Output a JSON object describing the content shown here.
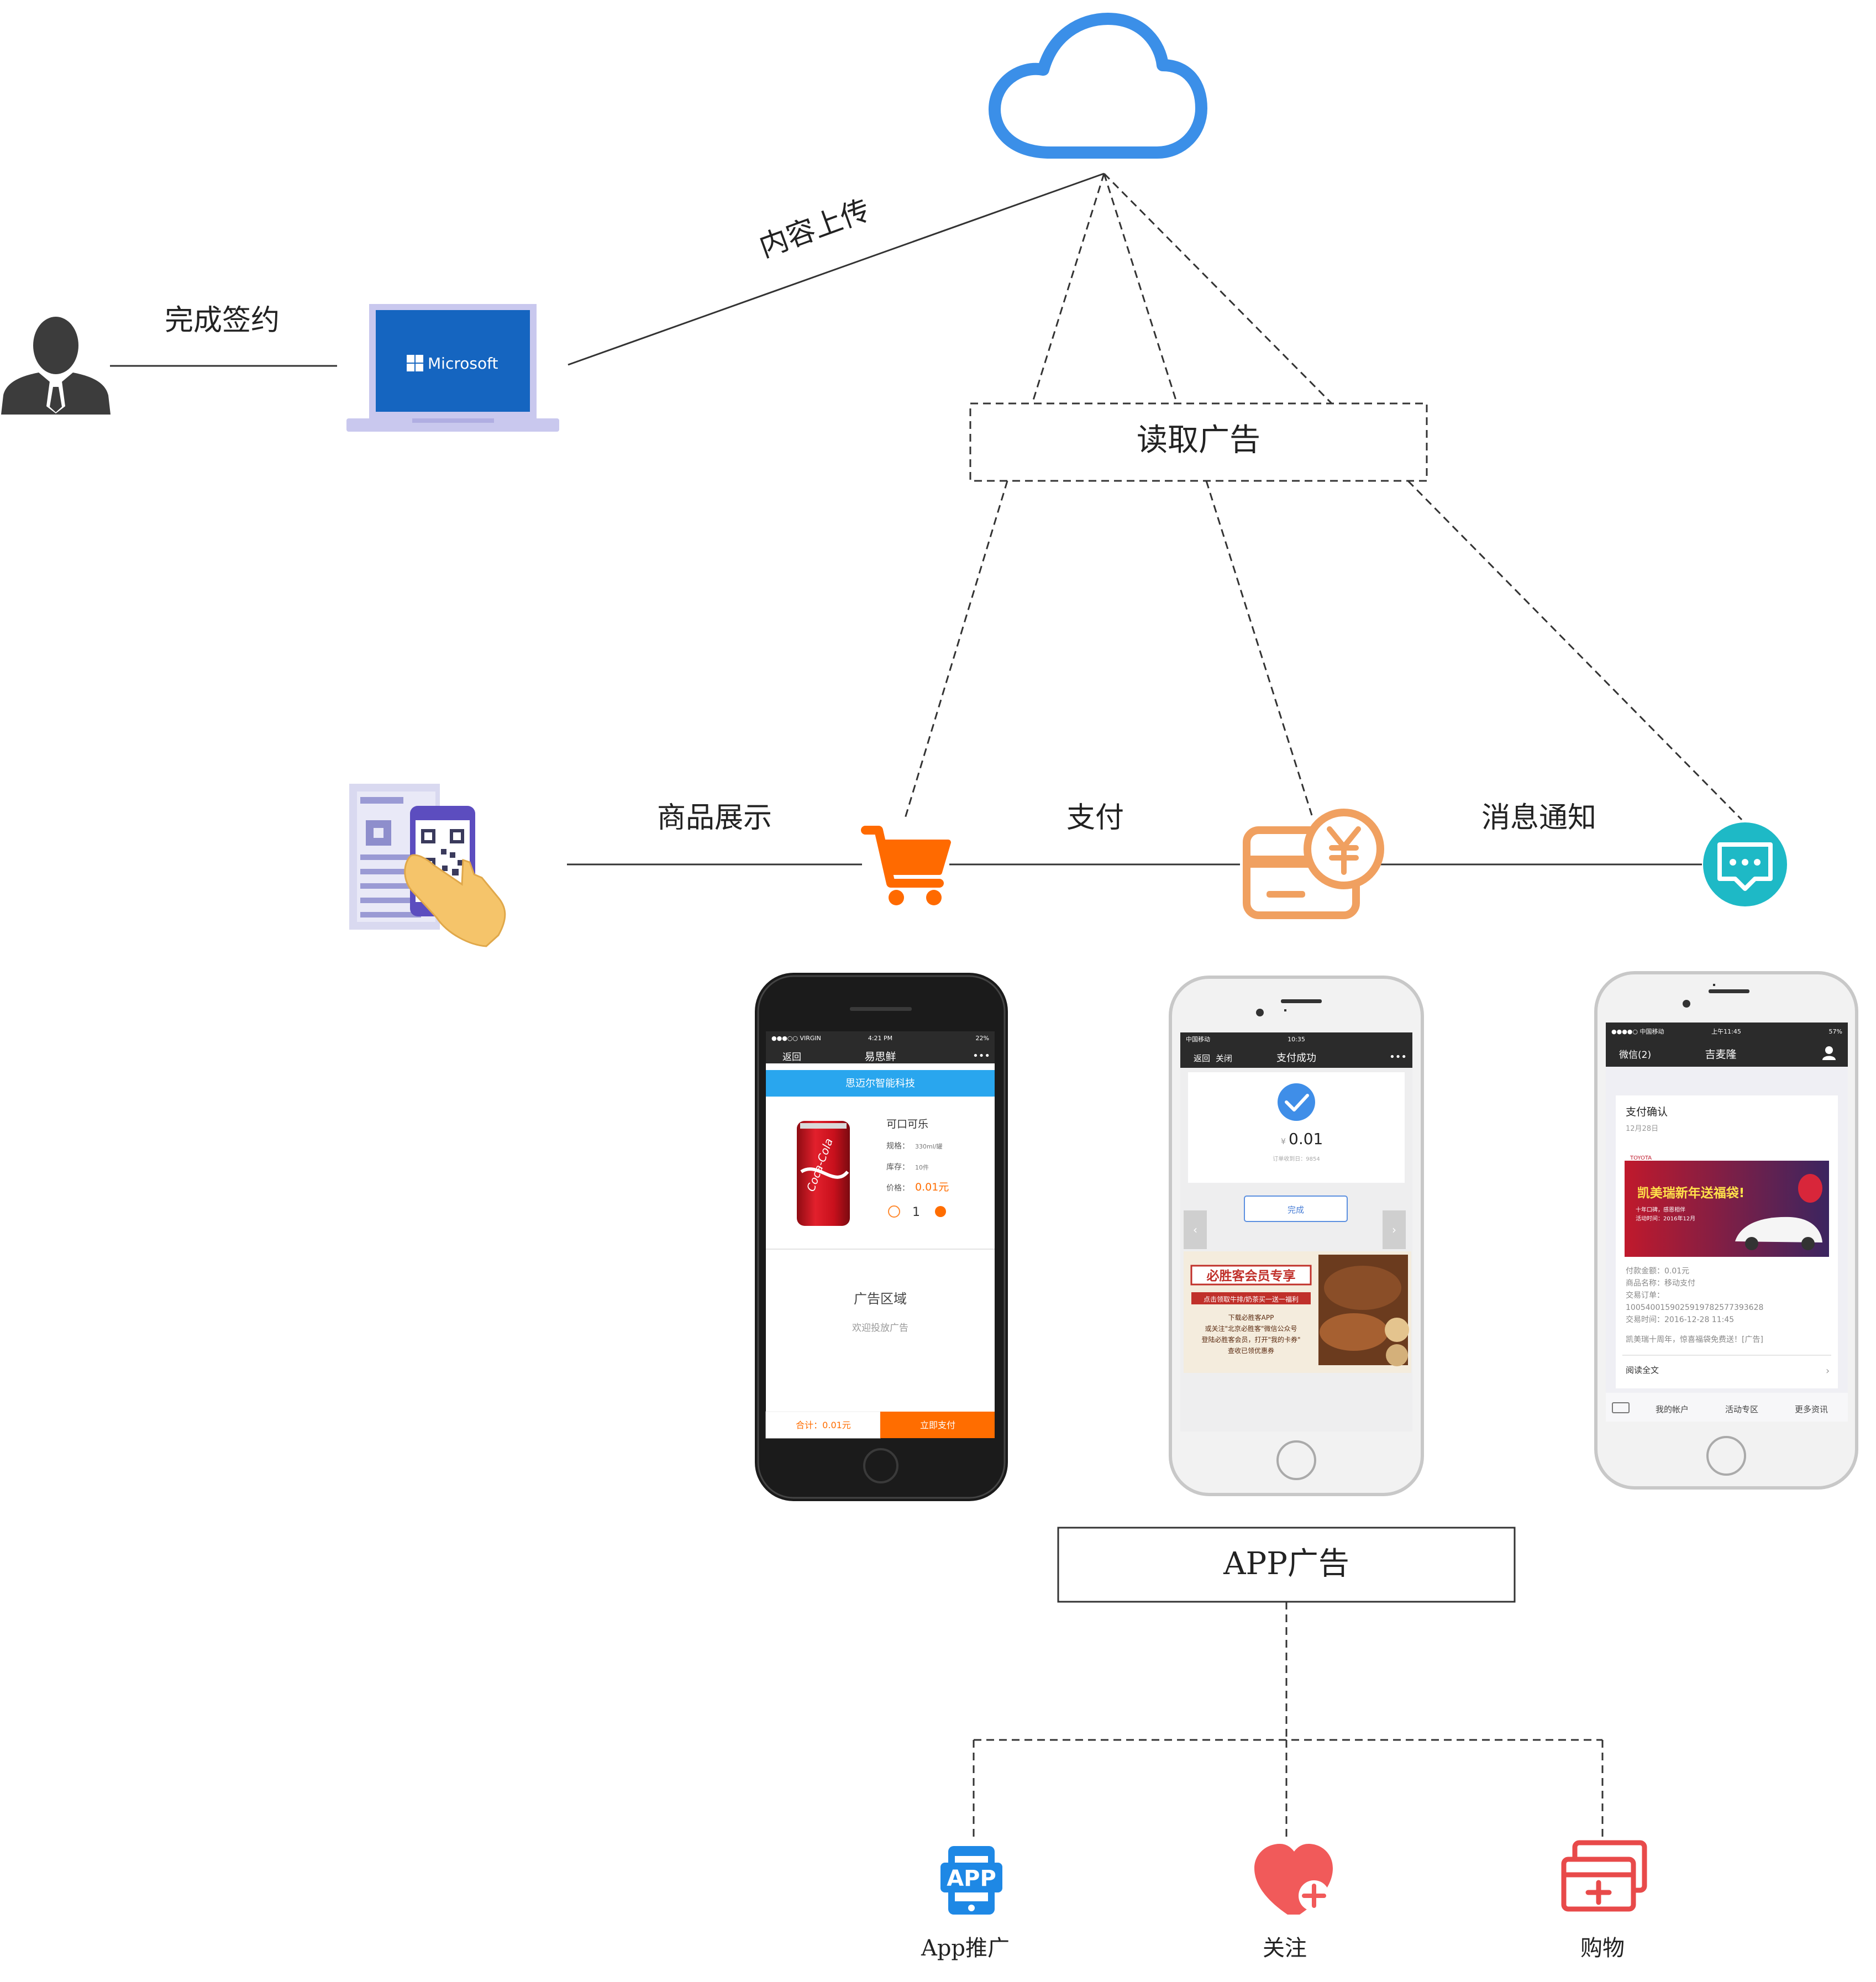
{
  "edges": {
    "sign_contract": "完成签约",
    "content_upload": "内容上传",
    "product_display": "商品展示",
    "payment": "支付",
    "message_notify": "消息通知"
  },
  "nodes": {
    "read_ads": "读取广告",
    "app_ads": "APP广告",
    "laptop_brand": "Microsoft"
  },
  "outputs": {
    "app_promo": "App推广",
    "follow": "关注",
    "shopping": "购物"
  },
  "phone1": {
    "carrier": "●●●○○ VIRGIN",
    "time": "4:21 PM",
    "battery": "22%",
    "back": "返回",
    "title": "易思鲜",
    "more": "•••",
    "banner": "思迈尔智能科技",
    "product_name": "可口可乐",
    "spec_label": "规格：",
    "spec_value": "330ml/罐",
    "stock_label": "库存：",
    "stock_value": "10件",
    "price_label": "价格：",
    "price_value": "0.01元",
    "qty": "1",
    "ad_title": "广告区域",
    "ad_sub": "欢迎投放广告",
    "total": "合计：0.01元",
    "pay_now": "立即支付"
  },
  "phone2": {
    "carrier": "中国移动",
    "time": "10:35",
    "back": "返回",
    "close": "关闭",
    "title": "支付成功",
    "more": "•••",
    "amount_prefix": "¥",
    "amount": "0.01",
    "order_note": "订单收到日：9854",
    "done": "完成",
    "ad_title": "必胜客会员专享",
    "ad_line1": "点击领取牛排/奶茶买一送一福利",
    "ad_line2": "下载必胜客APP",
    "ad_line3": "或关注\"北京必胜客\"微信公众号",
    "ad_line4": "登陆必胜客会员，打开\"我的卡券\"",
    "ad_line5": "查收已领优惠券"
  },
  "phone3": {
    "carrier": "●●●●○ 中国移动",
    "time": "上午11:45",
    "battery": "57%",
    "back": "微信(2)",
    "title": "吉麦隆",
    "card_title": "支付确认",
    "card_date": "12月28日",
    "ad_brand": "TOYOTA",
    "ad_headline": "凯美瑞新年送福袋!",
    "ad_sub1": "十年口碑，感恩相伴",
    "ad_sub2": "活动时间：2016年12月",
    "line1": "付款金额：0.01元",
    "line2": "商品名称：移动支付",
    "line3": "交易订单：",
    "line4": "1005400159025919782577393628",
    "line5": "交易时间：2016-12-28 11:45",
    "line6": "凯美瑞十周年，惊喜福袋免费送！[广告]",
    "read_all": "阅读全文",
    "tab1": "我的帐户",
    "tab2": "活动专区",
    "tab3": "更多资讯"
  },
  "icons": {
    "cloud": "cloud-icon",
    "user": "businessman-icon",
    "laptop": "laptop-icon",
    "qr": "qr-scan-icon",
    "cart": "shopping-cart-icon",
    "pay": "payment-card-yen-icon",
    "message": "message-bubble-icon",
    "app": "app-phone-icon",
    "heart": "heart-plus-icon",
    "card_plus": "card-plus-icon"
  },
  "colors": {
    "cloud": "#3b8fe8",
    "laptop_screen": "#1565c0",
    "laptop_body": "#c9c8ee",
    "cart": "#ff6a00",
    "pay": "#f0a060",
    "message": "#1eb9c6",
    "app_blue": "#1e88e5",
    "heart": "#f15a5a",
    "card_red": "#e84a4a",
    "phone_blue": "#29a6ee",
    "orange": "#ff6d00"
  }
}
